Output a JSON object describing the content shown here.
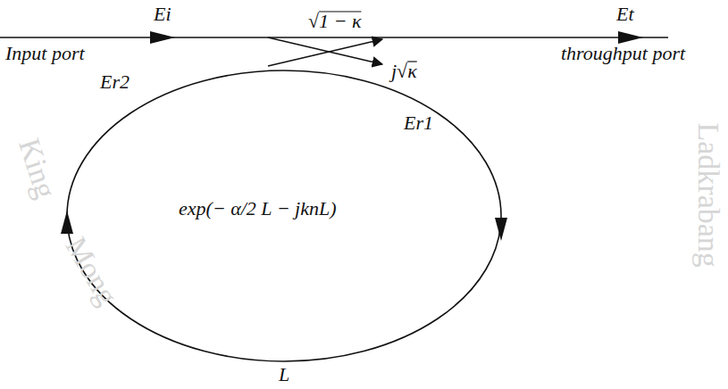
{
  "diagram": {
    "labels": [
      "Ei",
      "Input port",
      "√1 − κ",
      "Et",
      "throughput port",
      "Er2",
      "j√κ",
      "Er1",
      "exp(− α/2 L − jknL)",
      "L",
      "King",
      "Mong",
      "Ladkrabang"
    ]
  }
}
